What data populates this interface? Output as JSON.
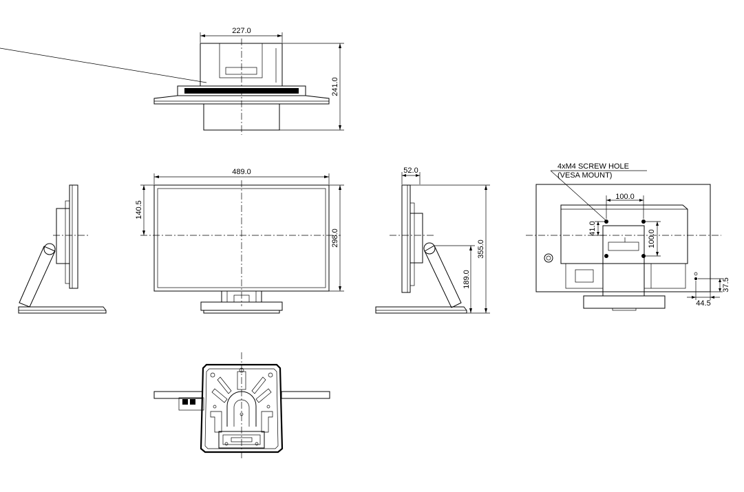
{
  "dimensions": {
    "top_width": "227.0",
    "top_depth": "241.0",
    "front_width": "489.0",
    "front_height": "298.0",
    "front_center_height": "140.5",
    "side_depth": "52.0",
    "side_height": "355.0",
    "side_pivot_height": "189.0",
    "vesa_h": "100.0",
    "vesa_v": "100.0",
    "vesa_offset": "41.0",
    "port_x": "44.5",
    "port_y": "37.5"
  },
  "annotations": {
    "screw_line1": "4xM4 SCREW HOLE",
    "screw_line2": "(VESA MOUNT)"
  },
  "colors": {
    "line": "#000000",
    "background": "#ffffff"
  }
}
